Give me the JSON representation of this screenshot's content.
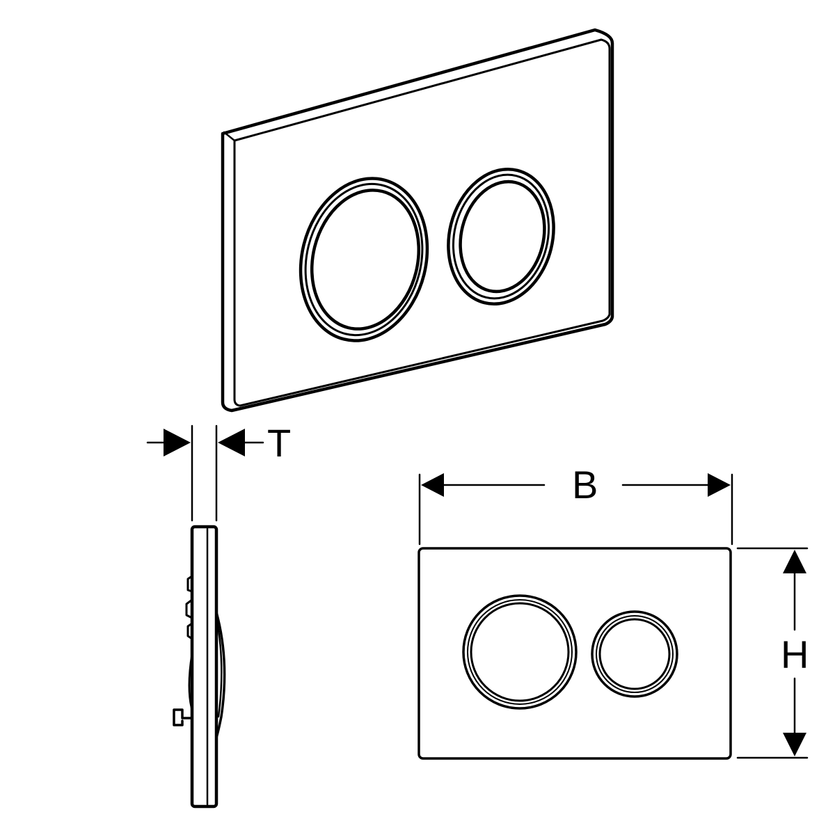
{
  "dimensions": {
    "thickness_label": "T",
    "width_label": "B",
    "height_label": "H"
  },
  "colors": {
    "line": "#000000",
    "background": "#ffffff"
  }
}
